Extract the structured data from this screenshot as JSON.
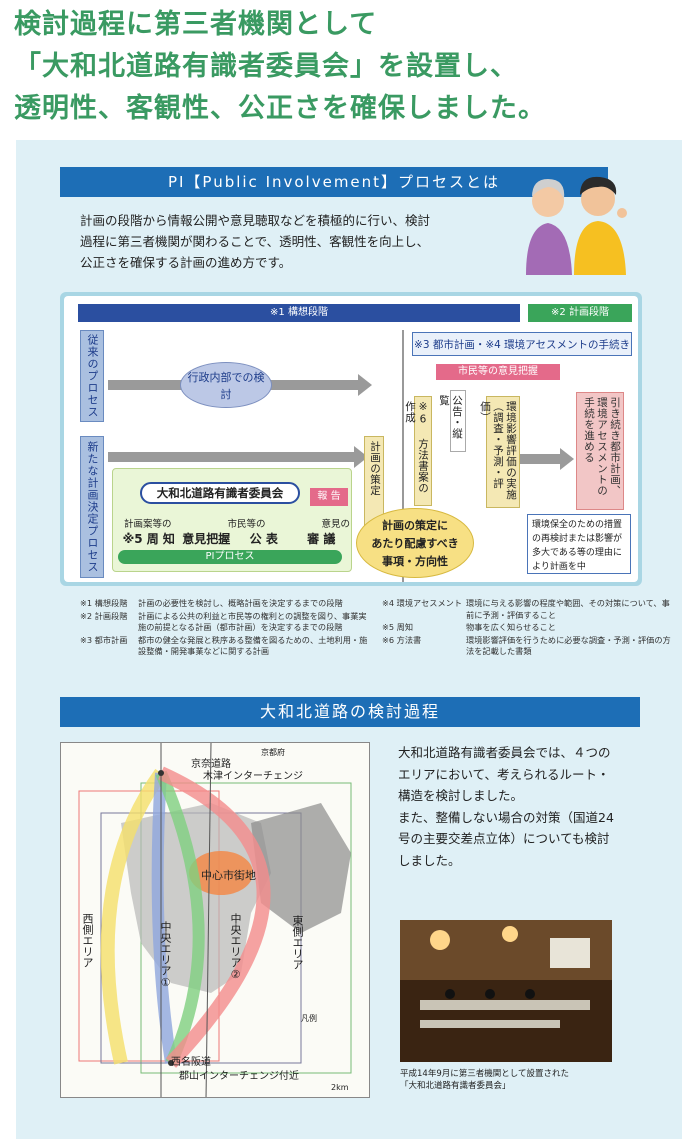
{
  "headline": {
    "line1": "検討過程に第三者機関として",
    "line2": "「大和北道路有識者委員会」を設置し、",
    "line3": "透明性、客観性、公正さを確保しました。"
  },
  "pi_section": {
    "title": "PI【Public Involvement】プロセスとは",
    "description_lines": [
      "計画の段階から情報公開や意見聴取などを積極的に行い、検討",
      "過程に第三者機関が関わることで、透明性、客観性を向上し、",
      "公正さを確保する計画の進め方です。"
    ]
  },
  "flow": {
    "phase1": "※1 構想段階",
    "phase2": "※2 計画段階",
    "old_process": "従来のプロセス",
    "new_process": "新たな計画決定プロセス",
    "internal_review": "行政内部での検 討",
    "city_plan_eia": "※3 都市計画・※4 環境アセスメントの手続き",
    "opinion": "市民等の意見把握",
    "notice": "公告・縦覧",
    "method": "※6 方法書案の作成",
    "eia": "環境影響評価の実施（調査・予測・評価）",
    "plan_decision": "計画の策定",
    "next": "引き続き都市計画、環境アセスメントの手続を進める",
    "env_note": "環境保全のための措置の再検討または影響が多大である等の理由により計画を中",
    "committee": "大和北道路有識者委員会",
    "report": "報 告",
    "step_labels": [
      "計画案等の",
      "市民等の",
      "意見の"
    ],
    "steps": [
      "※5 周 知",
      "意見把握",
      "公 表",
      "審 議"
    ],
    "pi_process": "PIプロセス",
    "consider_line1": "計画の策定に",
    "consider_line2": "あたり配慮すべき",
    "consider_line3": "事項・方向性"
  },
  "notes": {
    "left": [
      {
        "k": "※1 構想段階",
        "v": "計画の必要性を検討し、概略計画を決定するまでの段階"
      },
      {
        "k": "※2 計画段階",
        "v": "計画による公共の利益と市民等の権利との調整を図り、事業実施の前提となる計画（都市計画）を決定するまでの段階"
      },
      {
        "k": "※3 都市計画",
        "v": "都市の健全な発展と秩序ある整備を図るための、土地利用・施設整備・開発事業などに関する計画"
      }
    ],
    "right": [
      {
        "k": "※4 環境アセスメント",
        "v": "環境に与える影響の程度や範囲、その対策について、事前に予測・評価すること"
      },
      {
        "k": "※5 周知",
        "v": "物事を広く知らせること"
      },
      {
        "k": "※6 方法書",
        "v": "環境影響評価を行うために必要な調査・予測・評価の方法を記載した書類"
      }
    ]
  },
  "route_section": {
    "title": "大和北道路の検討過程",
    "description_lines": [
      "大和北道路有識者委員会では、４つの",
      "エリアにおいて、考えられるルート・",
      "構造を検討しました。",
      "また、整備しない場合の対策（国道24",
      "号の主要交差点立体）についても検討",
      "しました。"
    ],
    "photo_caption_line1": "平成14年9月に第三者機関として設置された",
    "photo_caption_line2": "「大和北道路有識者委員会」"
  },
  "map": {
    "north_label1": "京奈道路",
    "north_label2": "木津インターチェンジ",
    "kyoto": "京都府",
    "center": "中心市街地",
    "west": "西側エリア",
    "central1": "中央エリア①",
    "central2": "中央エリア②",
    "east": "東側エリア",
    "south1": "西名阪道",
    "south2": "郡山インターチェンジ付近",
    "legend_title": "凡例",
    "scale": "2km"
  },
  "colors": {
    "headline": "#3a9a62",
    "bar": "#1d6eb6",
    "panel": "#dff0f6",
    "pink": "#e46a8a",
    "green": "#3aa55a"
  }
}
